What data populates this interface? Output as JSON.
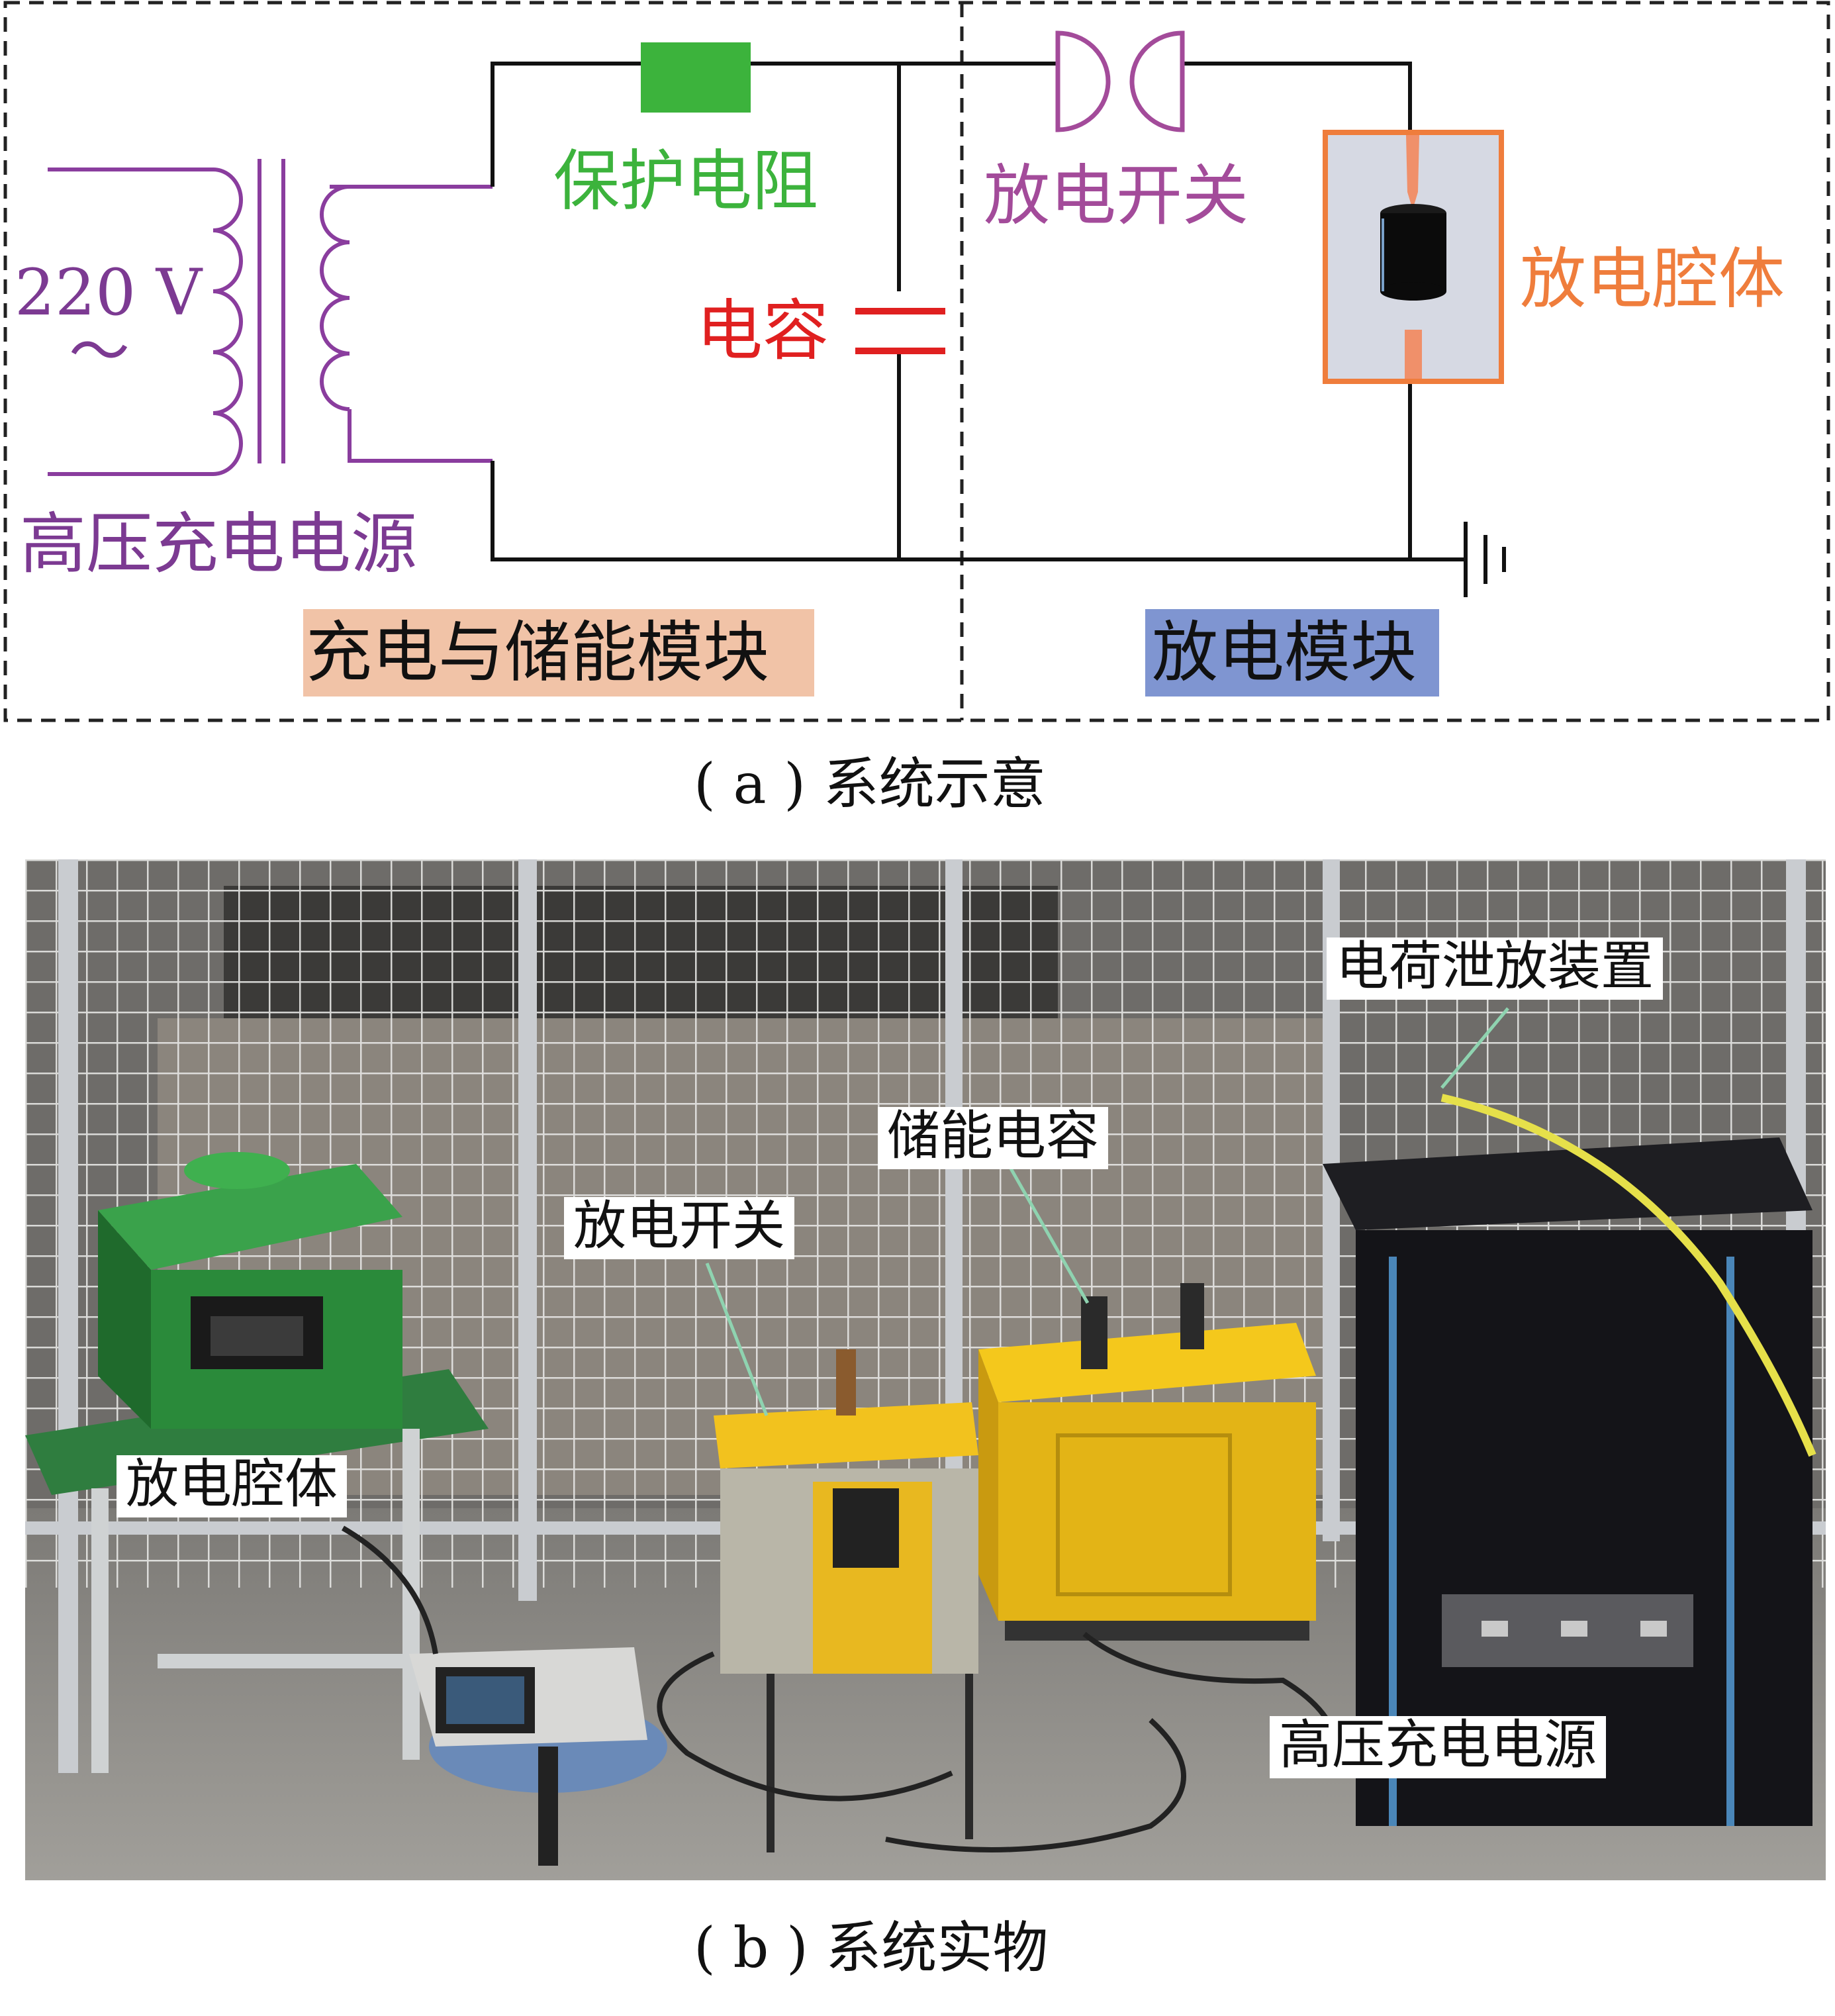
{
  "colors": {
    "wire": "#111111",
    "transformer": "#8a3d9e",
    "resistor": "#3cb33c",
    "capacitor": "#e02020",
    "switch": "#a34b9a",
    "chamber": "#ef7d3c",
    "chamber_fill": "#d6d9e3",
    "electrode": "#f0906a",
    "charge_module_bg": "#f1c3a7",
    "discharge_module_bg": "#7f95d1"
  },
  "schematic": {
    "source_voltage": "220 V",
    "source_ac_symbol": "～",
    "source_label": "高压充电电源",
    "resistor_label": "保护电阻",
    "capacitor_label": "电容",
    "switch_label": "放电开关",
    "chamber_label": "放电腔体",
    "charge_module_label": "充电与储能模块",
    "discharge_module_label": "放电模块"
  },
  "caption_a": "( a ) 系统示意",
  "photo": {
    "labels": {
      "charge_release": "电荷泄放装置",
      "storage_capacitor": "储能电容",
      "discharge_switch": "放电开关",
      "discharge_chamber": "放电腔体",
      "power_supply": "高压充电电源"
    }
  },
  "caption_b": "( b ) 系统实物"
}
